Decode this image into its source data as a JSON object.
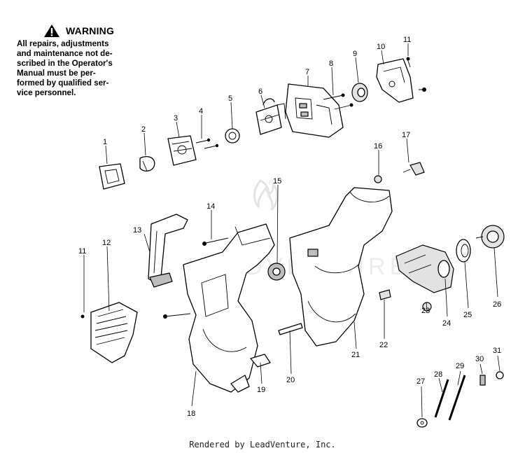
{
  "warning": {
    "title": "WARNING",
    "lines": [
      "All repairs, adjustments",
      "and maintenance not de-",
      "scribed in the Operator's",
      "Manual must be per-",
      "formed by qualified ser-",
      "vice personnel."
    ]
  },
  "callouts": [
    "1",
    "2",
    "3",
    "4",
    "5",
    "6",
    "7",
    "8",
    "9",
    "10",
    "11",
    "11",
    "12",
    "13",
    "14",
    "15",
    "16",
    "17",
    "18",
    "19",
    "20",
    "21",
    "22",
    "23",
    "24",
    "25",
    "26",
    "27",
    "28",
    "29",
    "30",
    "31"
  ],
  "footer": "Rendered by LeadVenture, Inc.",
  "icons": {
    "warning": "warning-triangle-icon",
    "watermark": "flame-logo-icon"
  }
}
